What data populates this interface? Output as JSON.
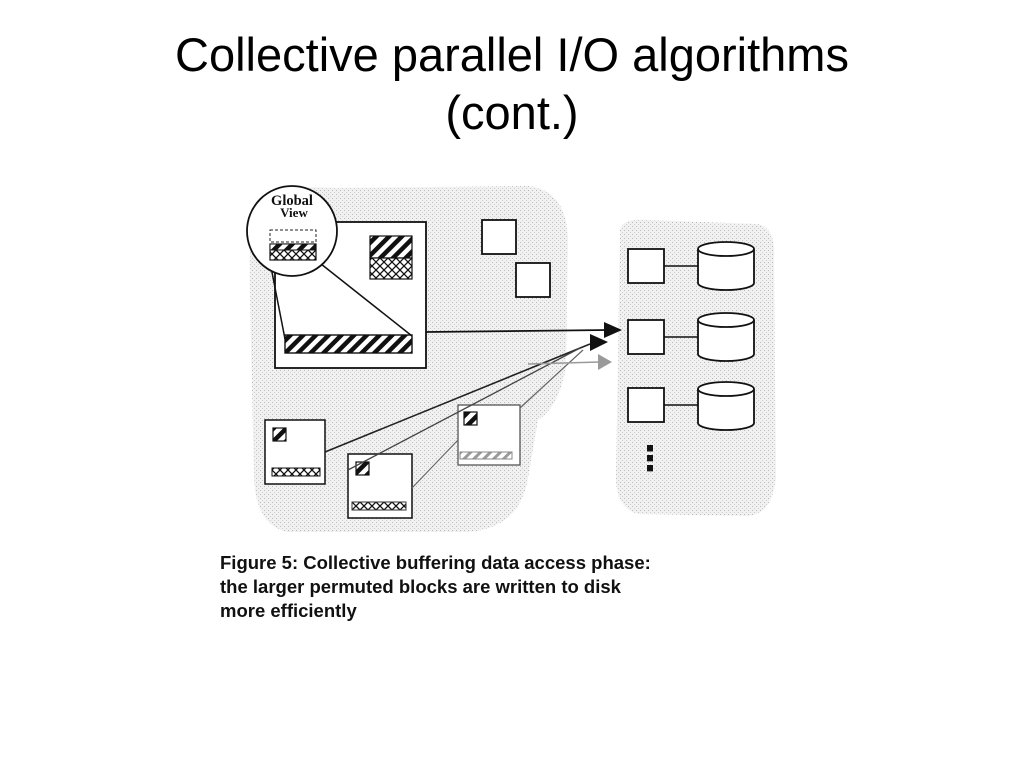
{
  "slide": {
    "title_lines": [
      "Collective parallel I/O algorithms",
      "(cont.)"
    ]
  },
  "figure": {
    "magnifier_label_lines": [
      "Global",
      "View"
    ],
    "ellipsis": "⋮"
  },
  "caption": {
    "lines": [
      "Figure 5:  Collective buffering data access phase:",
      "the  larger  permuted  blocks  are  written  to  disk",
      "more efficiently"
    ]
  }
}
